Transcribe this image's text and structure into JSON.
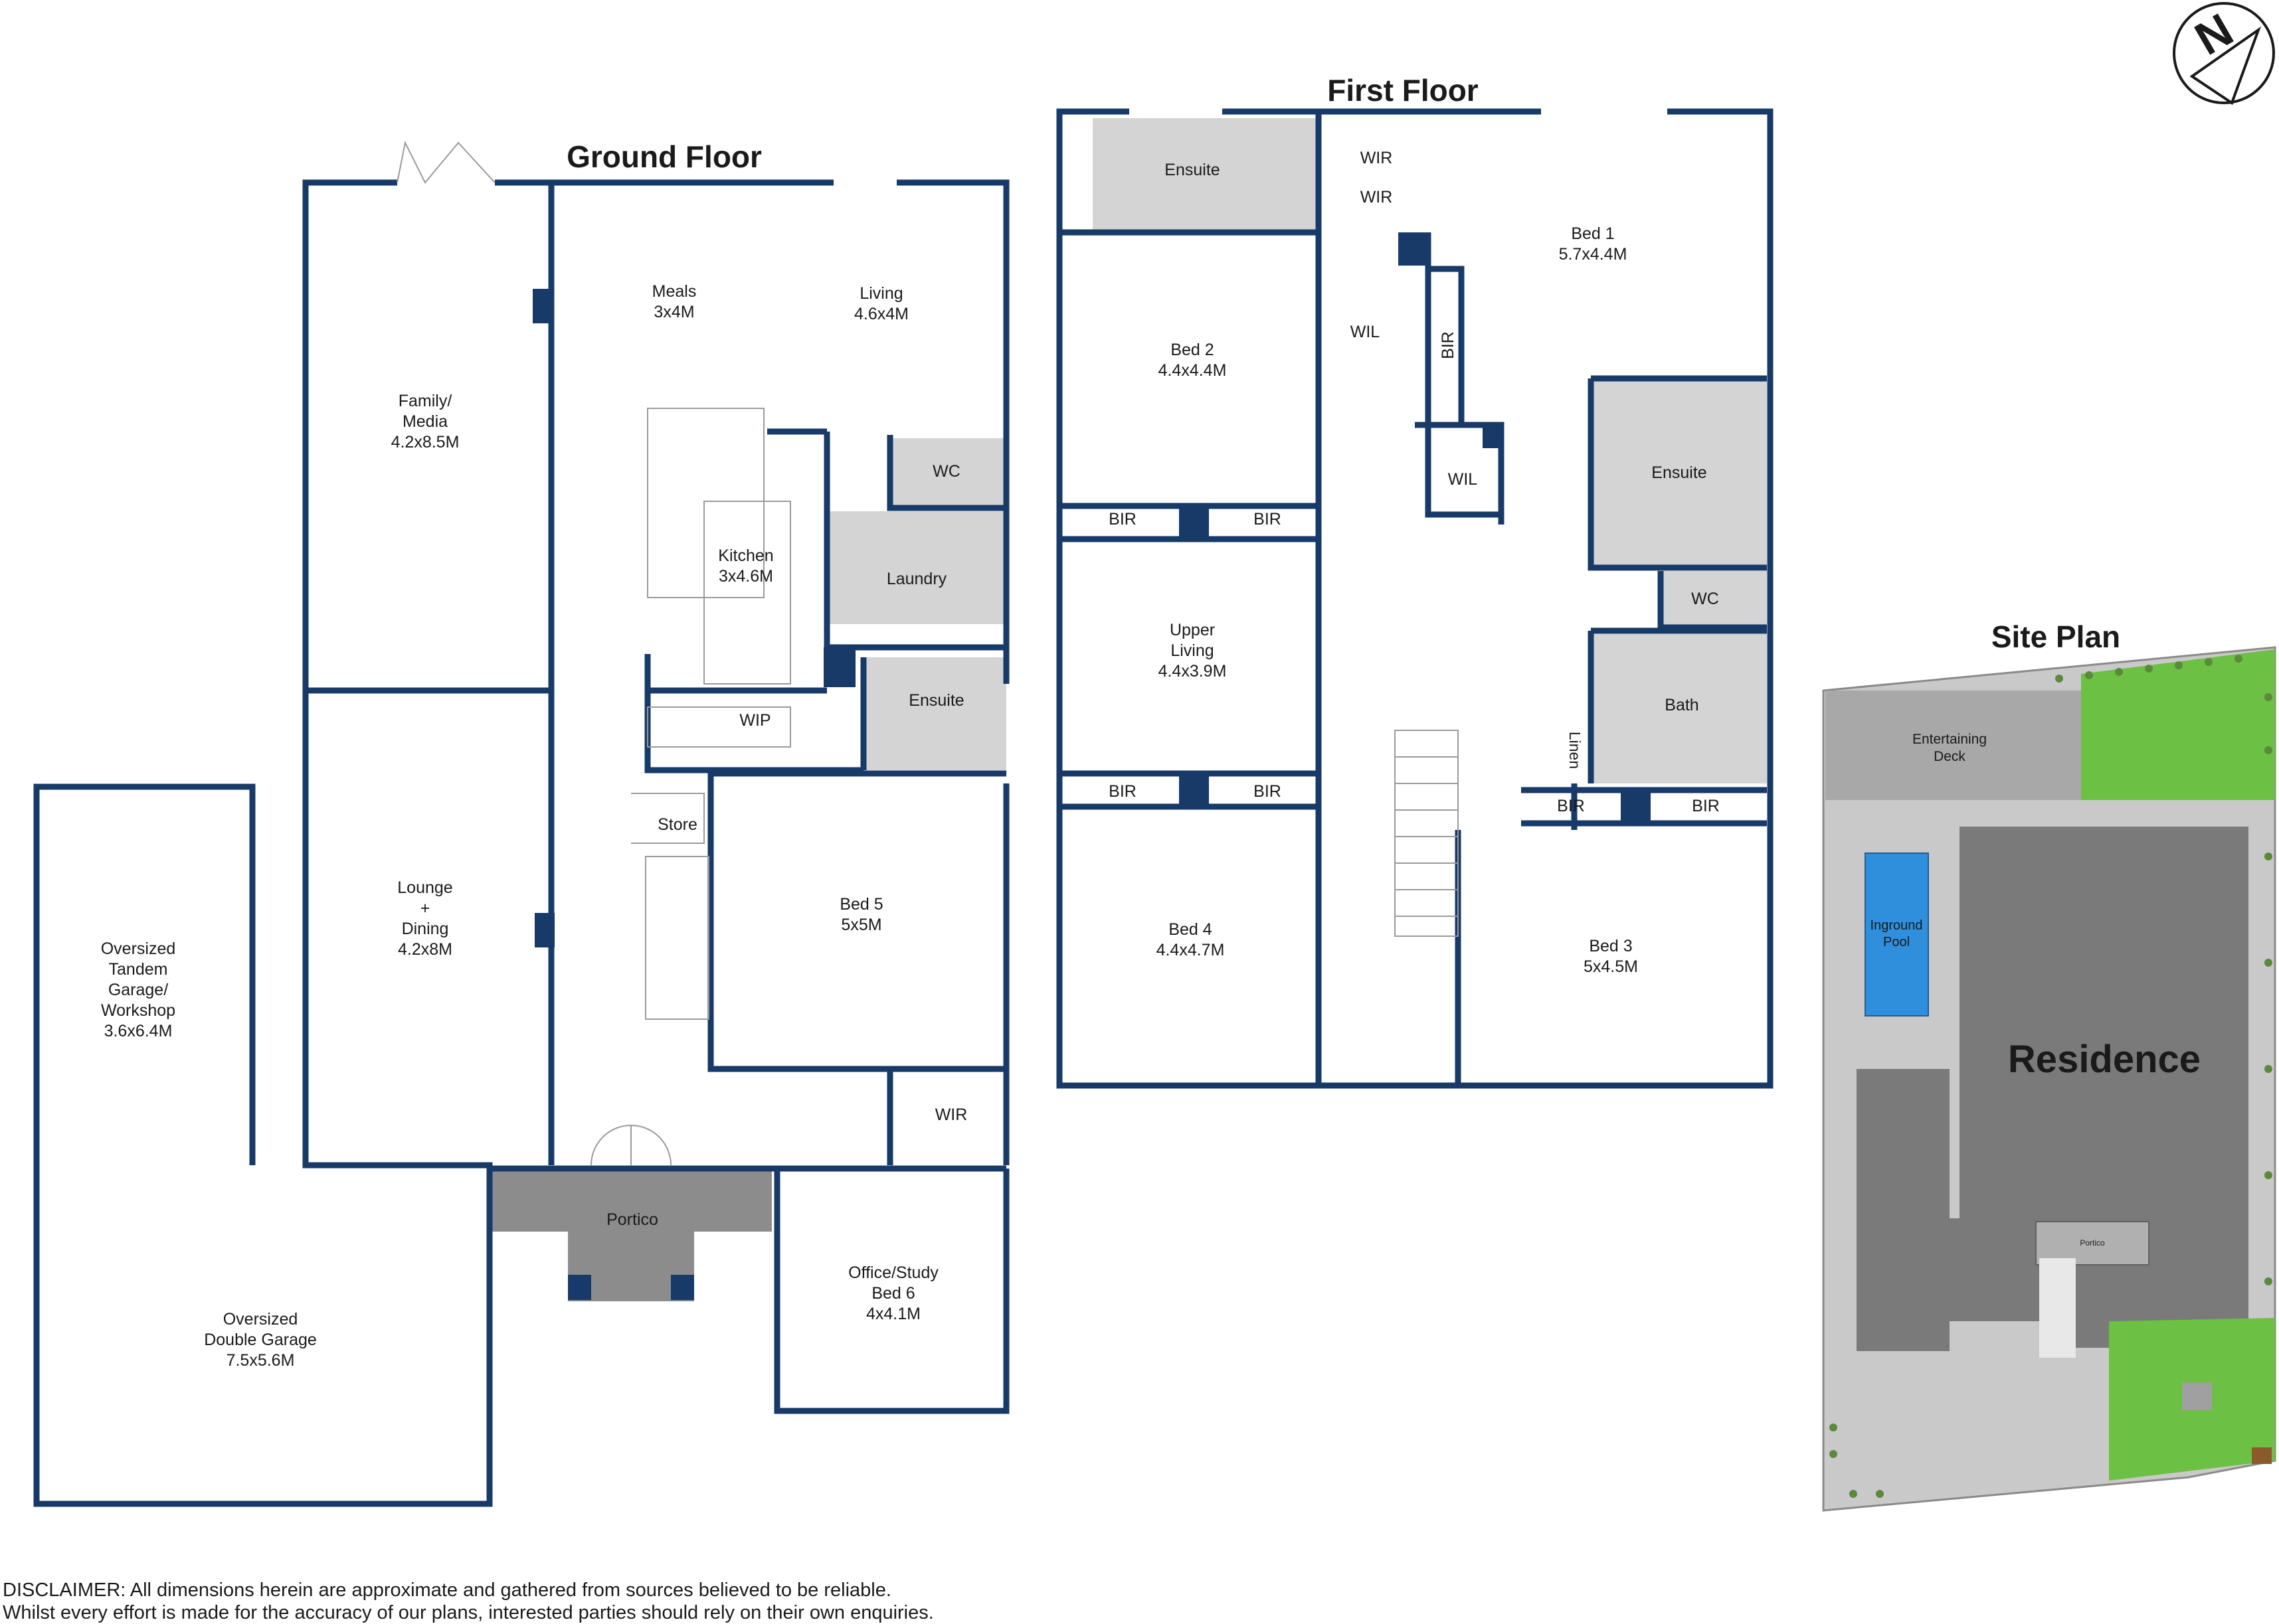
{
  "ground_floor": {
    "title": "Ground Floor",
    "rooms": {
      "family": [
        "Family/",
        "Media",
        "4.2x8.5M"
      ],
      "meals": [
        "Meals",
        "3x4M"
      ],
      "living": [
        "Living",
        "4.6x4M"
      ],
      "kitchen": [
        "Kitchen",
        "3x4.6M"
      ],
      "wc": [
        "WC"
      ],
      "laundry": [
        "Laundry"
      ],
      "wip": [
        "WIP"
      ],
      "ensuite": [
        "Ensuite"
      ],
      "store": [
        "Store"
      ],
      "lounge": [
        "Lounge",
        "+",
        "Dining",
        "4.2x8M"
      ],
      "bed5": [
        "Bed 5",
        "5x5M"
      ],
      "wir": [
        "WIR"
      ],
      "tandem": [
        "Oversized",
        "Tandem",
        "Garage/",
        "Workshop",
        "3.6x6.4M"
      ],
      "portico": [
        "Portico"
      ],
      "office": [
        "Office/Study",
        "Bed 6",
        "4x4.1M"
      ],
      "garage": [
        "Oversized",
        "Double Garage",
        "7.5x5.6M"
      ]
    }
  },
  "first_floor": {
    "title": "First Floor",
    "rooms": {
      "ensuite_top": [
        "Ensuite"
      ],
      "wir1": [
        "WIR"
      ],
      "wir2": [
        "WIR"
      ],
      "bed1": [
        "Bed 1",
        "5.7x4.4M"
      ],
      "bed2": [
        "Bed 2",
        "4.4x4.4M"
      ],
      "wil1": [
        "WIL"
      ],
      "bir_v": [
        "BIR"
      ],
      "wil2": [
        "WIL"
      ],
      "ensuite_r": [
        "Ensuite"
      ],
      "bir_b2a": [
        "BIR"
      ],
      "bir_b2b": [
        "BIR"
      ],
      "wc": [
        "WC"
      ],
      "upper": [
        "Upper",
        "Living",
        "4.4x3.9M"
      ],
      "bath": [
        "Bath"
      ],
      "linen": [
        "Linen"
      ],
      "bir_b4a": [
        "BIR"
      ],
      "bir_b4b": [
        "BIR"
      ],
      "bir_b3a": [
        "BIR"
      ],
      "bir_b3b": [
        "BIR"
      ],
      "bed4": [
        "Bed 4",
        "4.4x4.7M"
      ],
      "bed3": [
        "Bed 3",
        "5x4.5M"
      ]
    }
  },
  "site_plan": {
    "title": "Site Plan",
    "deck": [
      "Entertaining",
      "Deck"
    ],
    "pool": [
      "Inground",
      "Pool"
    ],
    "residence": "Residence",
    "portico": "Portico"
  },
  "compass": {
    "letter": "N"
  },
  "disclaimer": {
    "line1": "DISCLAIMER:  All dimensions herein are approximate and gathered from sources believed to be reliable.",
    "line2": "Whilst every effort is made for the accuracy of our plans, interested parties should rely on their own enquiries."
  },
  "colors": {
    "wall": "#173a68",
    "wet_area": "#d4d4d4",
    "portico": "#8c8c8c",
    "residence": "#7a7a7a",
    "lawn": "#6cc043",
    "pool": "#2f8fdc",
    "deck": "#a8a8a8"
  }
}
